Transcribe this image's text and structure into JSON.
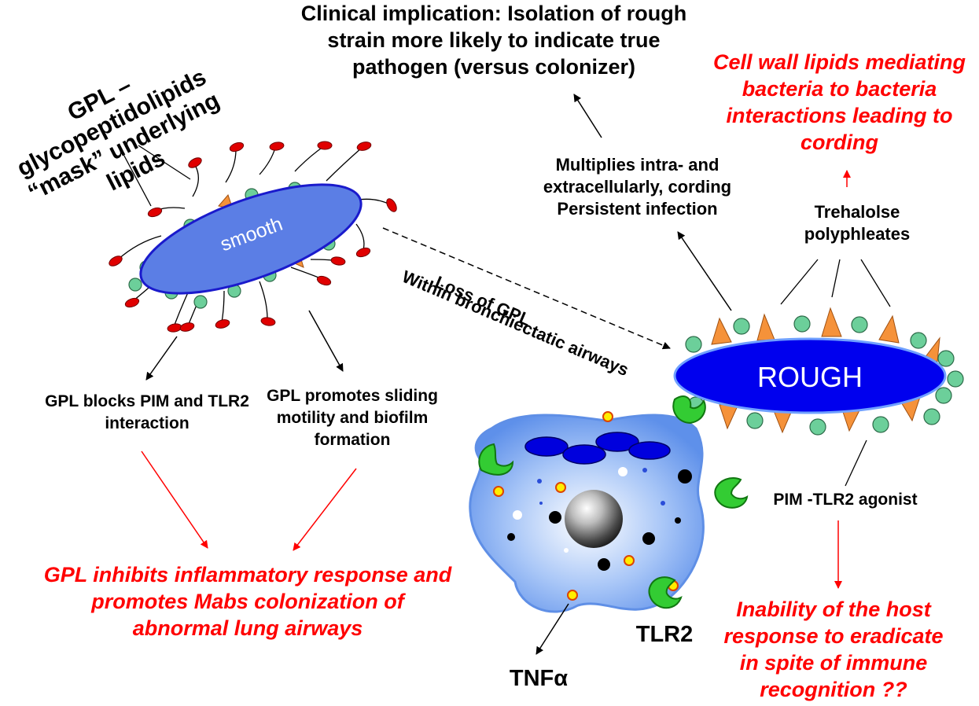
{
  "labels": {
    "clinical": "Clinical implication: Isolation of rough strain more likely to indicate true pathogen (versus colonizer)",
    "gpl_mask": "GPL – glycopeptidolipids “mask” underlying lipids",
    "cell_wall": "Cell wall lipids mediating bacteria to bacteria interactions leading to cording",
    "multiplies": "Multiplies intra- and extracellularly, cording Persistent infection",
    "trehalose": "Trehalolse polyphleates",
    "smooth": "smooth",
    "rough": "ROUGH",
    "within_airways": "Within bronchiectatic airways",
    "loss_gpl": "Loss of GPL",
    "gpl_blocks": "GPL blocks PIM and TLR2 interaction",
    "gpl_promotes": "GPL promotes sliding motility and biofilm formation",
    "gpl_inhibits": "GPL inhibits inflammatory response and promotes Mabs colonization of abnormal lung airways",
    "pim_tlr2": "PIM -TLR2 agonist",
    "inability": "Inability of the host response to eradicate in spite of immune recognition ??",
    "tlr2": "TLR2",
    "tnfa": "TNFα"
  },
  "colors": {
    "red_text": "#ff0000",
    "smooth_fill": "#5b7ee5",
    "rough_fill": "#0000ee",
    "cell_blue": "#6a9cf0",
    "bead_green": "#6ccf9a",
    "gpl_red": "#e00000",
    "triangle_orange": "#f5923a",
    "receptor_green": "#33cc33"
  }
}
